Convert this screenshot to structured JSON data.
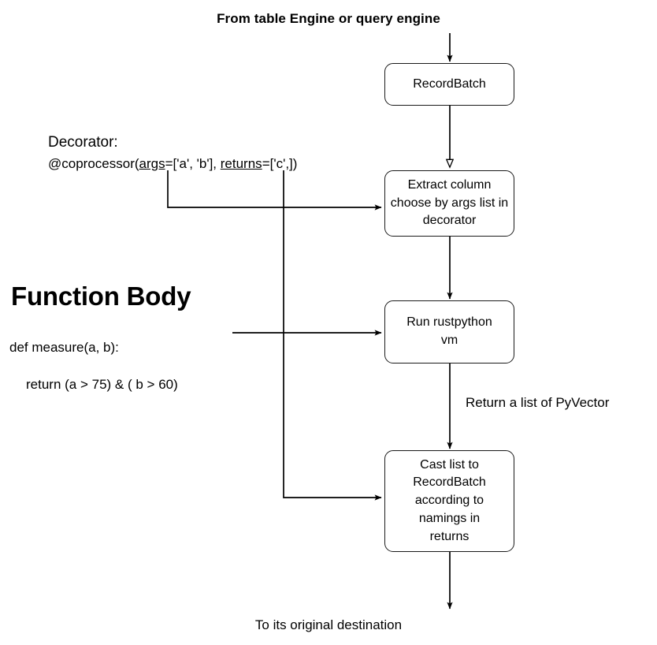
{
  "diagram": {
    "title_top": "From table Engine or query engine",
    "bottom_label": "To its original destination",
    "edge_label_pyvector": "Return a list of PyVector",
    "nodes": [
      {
        "id": "recordbatch",
        "label": "RecordBatch"
      },
      {
        "id": "extract",
        "label": "Extract column\nchoose by args list in\ndecorator"
      },
      {
        "id": "runvm",
        "label": "Run rustpython\nvm"
      },
      {
        "id": "cast",
        "label": "Cast list to\nRecordBatch\naccording to\nnamings in\nreturns"
      }
    ],
    "decorator": {
      "heading": "Decorator:",
      "code_prefix": "@coprocessor(",
      "args_keyword": "args",
      "args_value": "=['a', 'b'], ",
      "returns_keyword": "returns",
      "returns_value": "=['c',])"
    },
    "function": {
      "heading": "Function Body",
      "code_line_1": "def measure(a, b):",
      "code_line_2": "return (a > 75) & ( b > 60)"
    },
    "colors": {
      "stroke": "#1a1a1a",
      "background": "#ffffff",
      "text": "#000000"
    }
  }
}
